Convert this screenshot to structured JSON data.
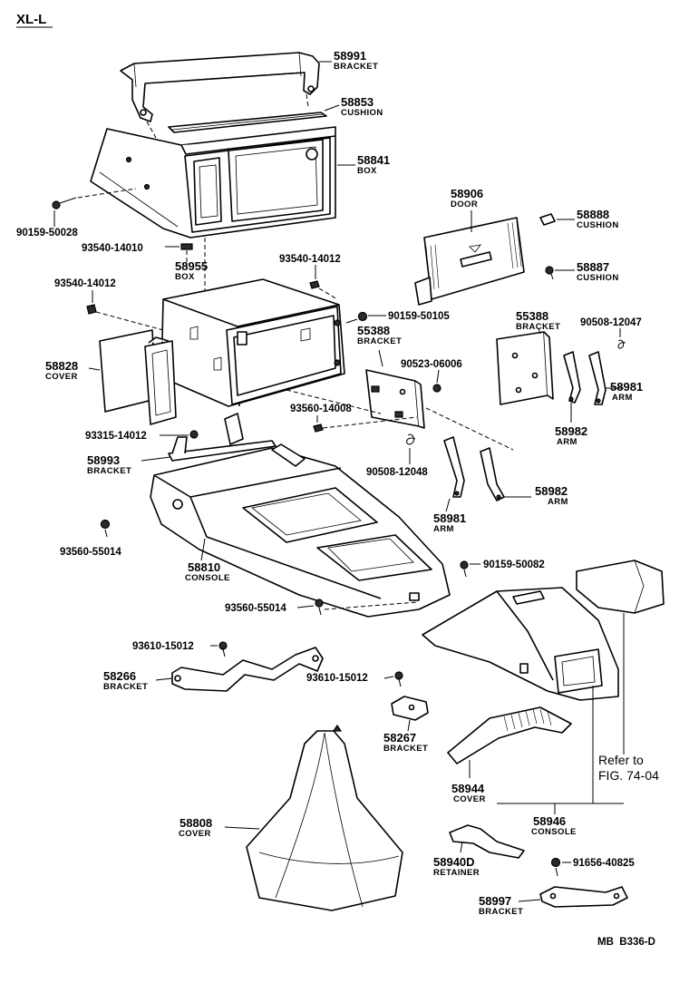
{
  "header": {
    "variant": "XL-L"
  },
  "footer": {
    "code": "MB  B336-D"
  },
  "reference": {
    "line1": "Refer to",
    "line2": "FIG. 74-04"
  },
  "callouts": {
    "c58991": {
      "num": "58991",
      "name": "BRACKET"
    },
    "c58853": {
      "num": "58853",
      "name": "CUSHION"
    },
    "c58841": {
      "num": "58841",
      "name": "BOX"
    },
    "c90159a": {
      "num": "90159-50028"
    },
    "c93540a": {
      "num": "93540-14010"
    },
    "c58906": {
      "num": "58906",
      "name": "DOOR"
    },
    "c58888": {
      "num": "58888",
      "name": "CUSHION"
    },
    "c58887": {
      "num": "58887",
      "name": "CUSHION"
    },
    "c93540b": {
      "num": "93540-14012"
    },
    "c58955": {
      "num": "58955",
      "name": "BOX"
    },
    "c93540c": {
      "num": "93540-14012"
    },
    "c90159b": {
      "num": "90159-50105"
    },
    "c55388a": {
      "num": "55388",
      "name": "BRACKET"
    },
    "c55388b": {
      "num": "55388",
      "name": "BRACKET"
    },
    "c90508a": {
      "num": "90508-12047"
    },
    "c58828": {
      "num": "58828",
      "name": "COVER"
    },
    "c90523": {
      "num": "90523-06006"
    },
    "c58981a": {
      "num": "58981",
      "name": "ARM"
    },
    "c58982a": {
      "num": "58982",
      "name": "ARM"
    },
    "c93560a": {
      "num": "93560-14008"
    },
    "c93315": {
      "num": "93315-14012"
    },
    "c58993": {
      "num": "58993",
      "name": "BRACKET"
    },
    "c90508b": {
      "num": "90508-12048"
    },
    "c58982b": {
      "num": "58982",
      "name": "ARM"
    },
    "c58981b": {
      "num": "58981",
      "name": "ARM"
    },
    "c93560b": {
      "num": "93560-55014"
    },
    "c58810": {
      "num": "58810",
      "name": "CONSOLE"
    },
    "c90159c": {
      "num": "90159-50082"
    },
    "c93560c": {
      "num": "93560-55014"
    },
    "c93610a": {
      "num": "93610-15012"
    },
    "c58266": {
      "num": "58266",
      "name": "BRACKET"
    },
    "c93610b": {
      "num": "93610-15012"
    },
    "c58267": {
      "num": "58267",
      "name": "BRACKET"
    },
    "c58944": {
      "num": "58944",
      "name": "COVER"
    },
    "c58808": {
      "num": "58808",
      "name": "COVER"
    },
    "c58946": {
      "num": "58946",
      "name": "CONSOLE"
    },
    "c58940D": {
      "num": "58940D",
      "name": "RETAINER"
    },
    "c91656": {
      "num": "91656-40825"
    },
    "c58997": {
      "num": "58997",
      "name": "BRACKET"
    }
  }
}
